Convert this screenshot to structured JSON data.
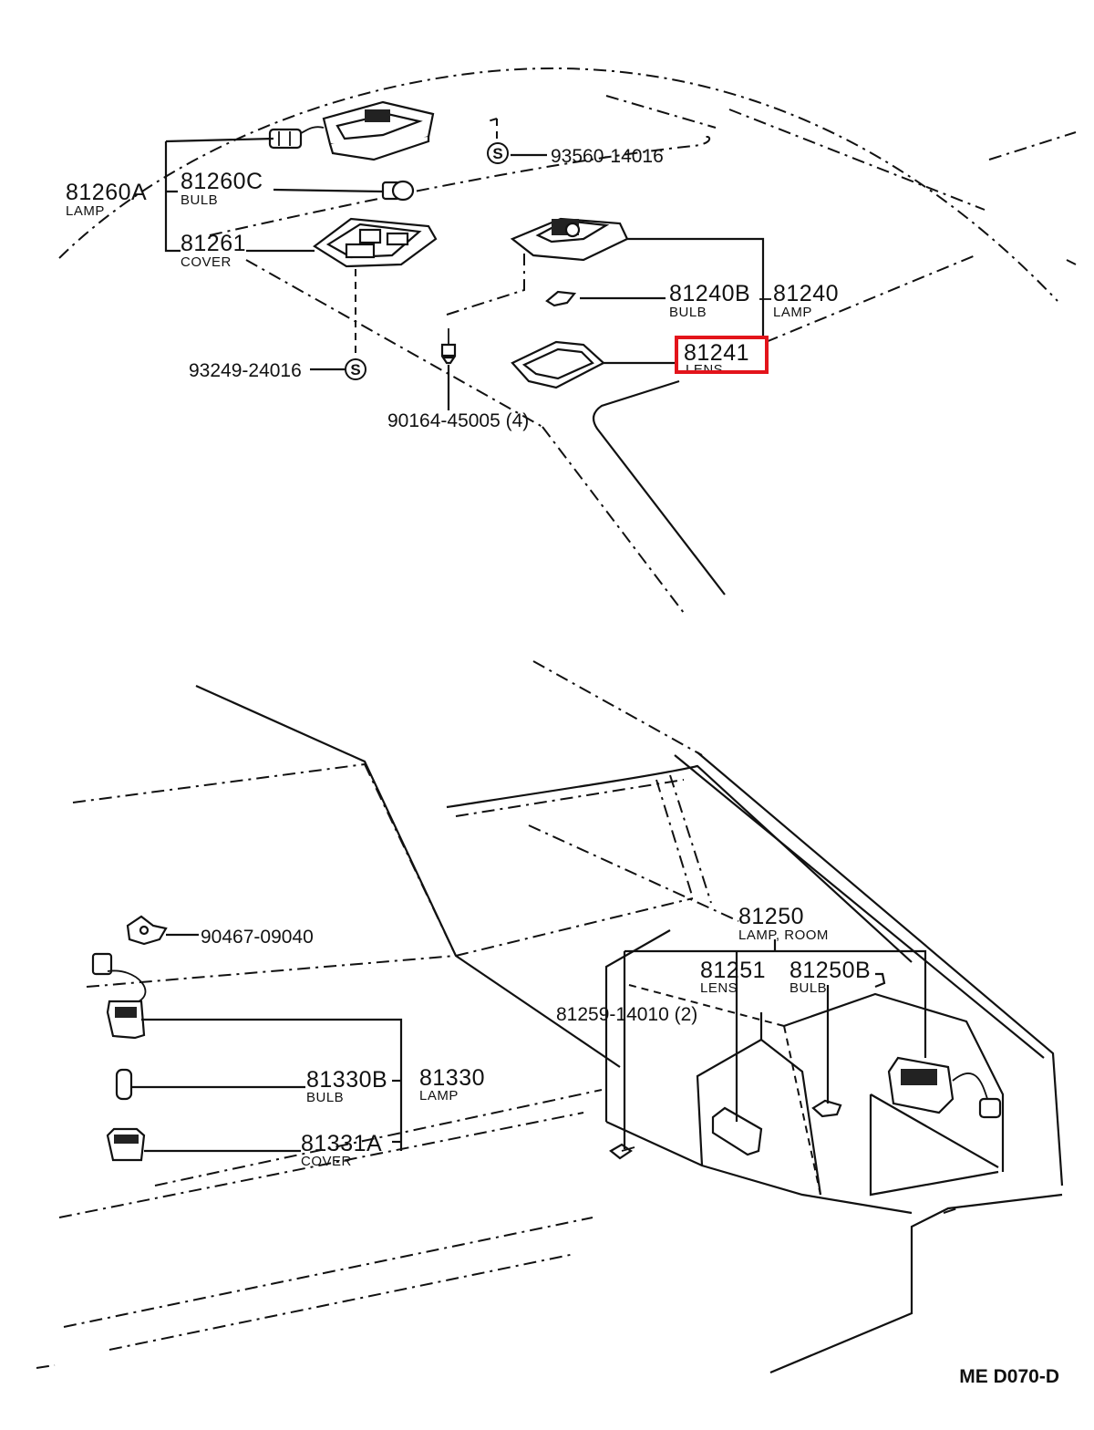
{
  "diagram_code": "ME  D070-D",
  "callouts": {
    "p81260A": {
      "number": "81260A",
      "name": "LAMP"
    },
    "p81260C": {
      "number": "81260C",
      "name": "BULB"
    },
    "p81261": {
      "number": "81261",
      "name": "COVER"
    },
    "p93560": {
      "number": "93560-14016",
      "symbol": "S"
    },
    "p93249": {
      "number": "93249-24016",
      "symbol": "S"
    },
    "p90164": {
      "number": "90164-45005 (4)"
    },
    "p81240B": {
      "number": "81240B",
      "name": "BULB"
    },
    "p81240": {
      "number": "81240",
      "name": "LAMP"
    },
    "p81241": {
      "number": "81241",
      "name": "LENS",
      "highlighted": true
    },
    "p90467": {
      "number": "90467-09040"
    },
    "p81330B": {
      "number": "81330B",
      "name": "BULB"
    },
    "p81330": {
      "number": "81330",
      "name": "LAMP"
    },
    "p81331A": {
      "number": "81331A",
      "name": "COVER"
    },
    "p81250": {
      "number": "81250",
      "name": "LAMP, ROOM"
    },
    "p81251": {
      "number": "81251",
      "name": "LENS"
    },
    "p81250B": {
      "number": "81250B",
      "name": "BULB"
    },
    "p81259": {
      "number": "81259-14010 (2)"
    }
  },
  "colors": {
    "highlight": "#e3141b",
    "ink": "#111111"
  }
}
